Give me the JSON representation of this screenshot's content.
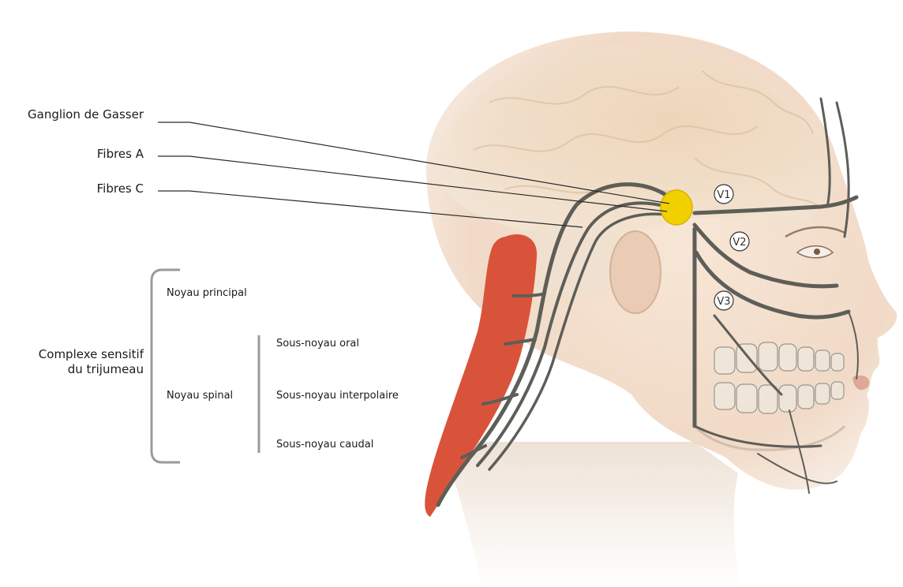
{
  "labels": {
    "ganglion": "Ganglion de Gasser",
    "fibres_a": "Fibres A",
    "fibres_c": "Fibres C",
    "complexe_line1": "Complexe sensitif",
    "complexe_line2": "du trijumeau",
    "noyau_principal": "Noyau principal",
    "noyau_spinal": "Noyau spinal",
    "sous_noyau_oral": "Sous-noyau oral",
    "sous_noyau_interpolaire": "Sous-noyau interpolaire",
    "sous_noyau_caudal": "Sous-noyau caudal"
  },
  "branches": {
    "v1": "V1",
    "v2": "V2",
    "v3": "V3"
  },
  "colors": {
    "nerve": "#5e5e58",
    "ganglion": "#f2d000",
    "nucleus": "#d9533b",
    "bracket": "#9a9a9a",
    "leader": "#2a2a2a",
    "skin": "#f3d9c4",
    "brain": "#eadbc8"
  }
}
